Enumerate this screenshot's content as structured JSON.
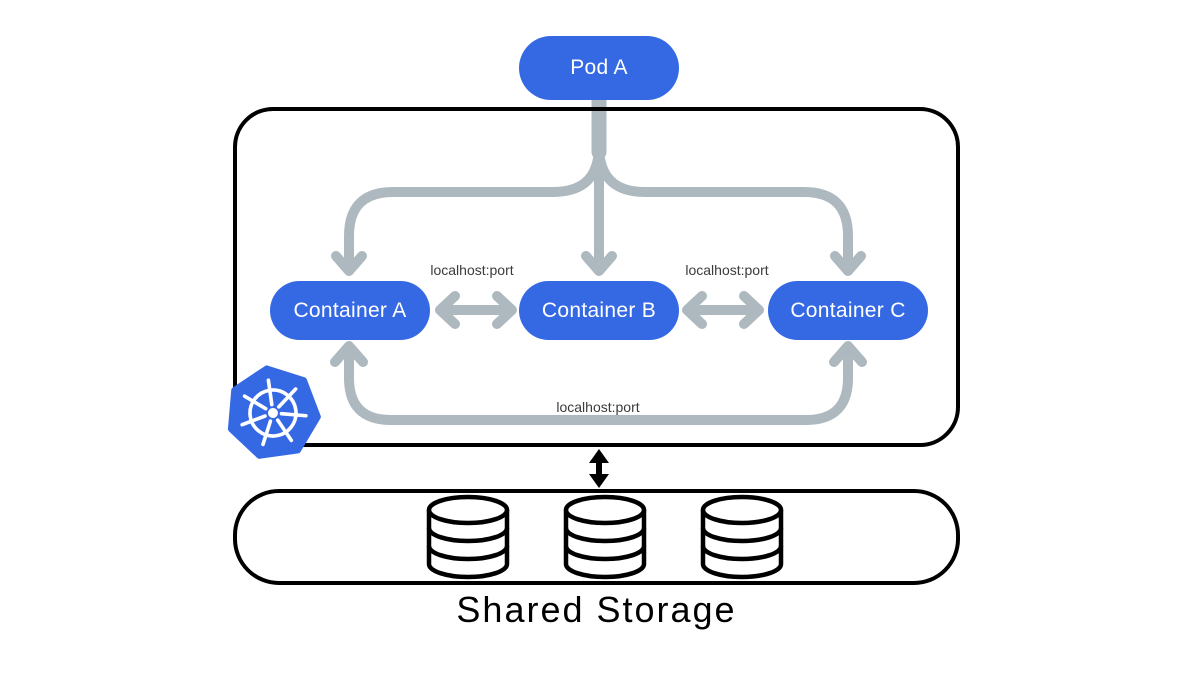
{
  "pod_group": {
    "pod_label": "Pod A",
    "containers": [
      {
        "label": "Container A"
      },
      {
        "label": "Container B"
      },
      {
        "label": "Container C"
      }
    ],
    "link_labels": {
      "a_b": "localhost:port",
      "b_c": "localhost:port",
      "a_c": "localhost:port"
    }
  },
  "storage": {
    "label": "Shared Storage",
    "disk_count": 3
  },
  "icons": {
    "kubernetes": "kubernetes-helm-wheel-logo",
    "storage_disks": "database-cylinder-icon",
    "pod_to_containers": "branching-down-arrow",
    "container_links": "double-headed-arrow",
    "pod_storage_link": "vertical-double-arrow"
  },
  "colors": {
    "node_blue": "#3569e4",
    "arrow_gray": "#aeb8bf",
    "outline_black": "#000000",
    "link_label_text": "#3b3b3b",
    "background": "#ffffff"
  }
}
